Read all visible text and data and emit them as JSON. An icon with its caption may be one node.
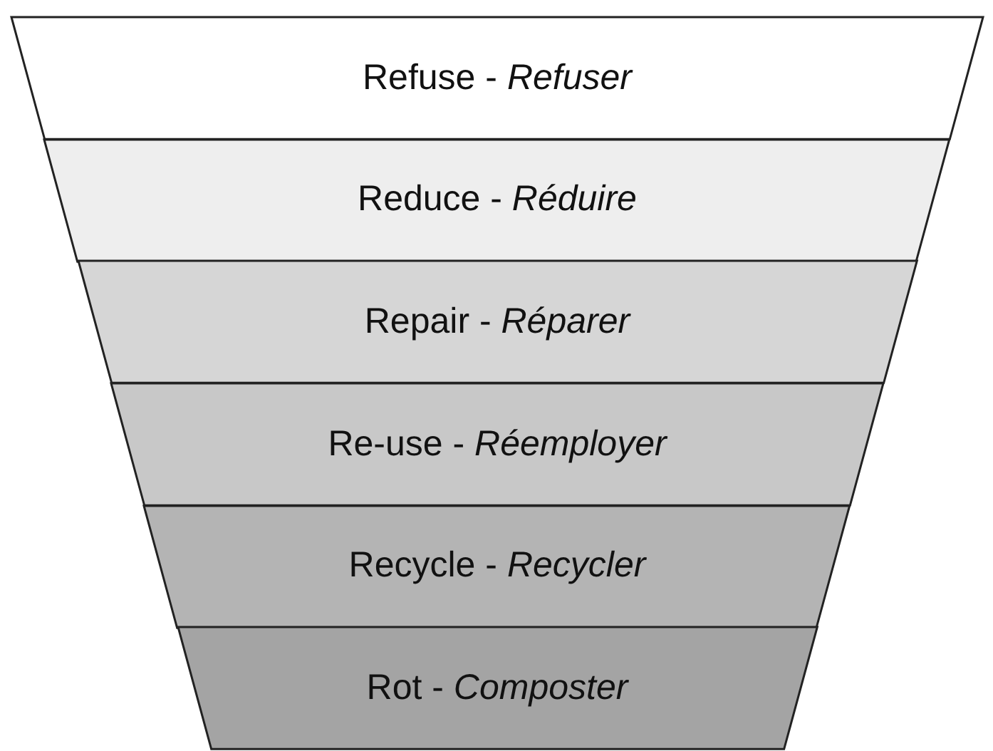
{
  "diagram": {
    "nodes": [
      {
        "text": [
          "Refuse - *Refuser*"
        ]
      },
      {
        "text": [
          "Reduce - *Réduire*"
        ]
      },
      {
        "text": [
          "Repair - *Réparer*"
        ]
      },
      {
        "text": [
          "Re-use - *Réemployer*"
        ]
      },
      {
        "text": [
          "Recycle - *Recycler*"
        ]
      },
      {
        "text": [
          "Rot - *Composter*"
        ]
      }
    ]
  }
}
